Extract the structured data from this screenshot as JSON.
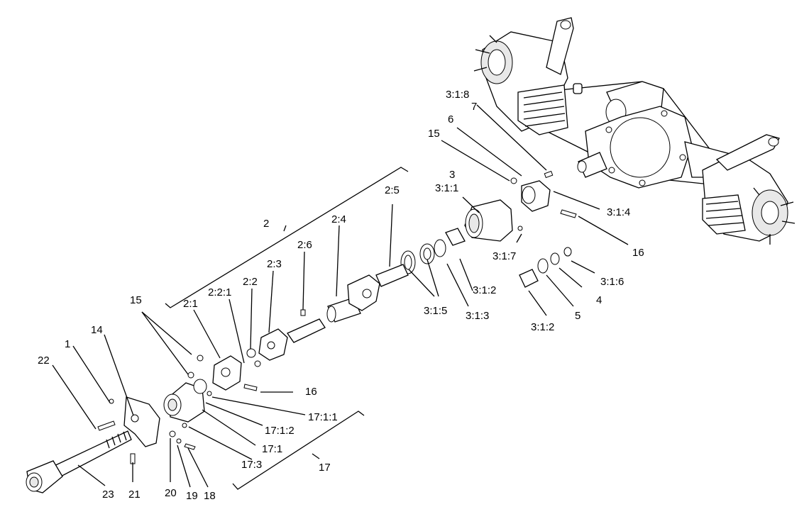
{
  "diagram": {
    "callouts": {
      "c_3_1_8": "3:1:8",
      "c_7": "7",
      "c_6": "6",
      "c_15_top": "15",
      "c_3": "3",
      "c_3_1_1": "3:1:1",
      "c_3_1_4": "3:1:4",
      "c_16_right": "16",
      "c_3_1_7": "3:1:7",
      "c_3_1_6": "3:1:6",
      "c_4": "4",
      "c_5": "5",
      "c_3_1_2_right": "3:1:2",
      "c_2_5": "2:5",
      "c_2_4": "2:4",
      "c_2": "2",
      "c_2_6": "2:6",
      "c_2_3": "2:3",
      "c_2_2": "2:2",
      "c_2_2_1": "2:2:1",
      "c_2_1": "2:1",
      "c_3_1_2_mid": "3:1:2",
      "c_3_1_3": "3:1:3",
      "c_3_1_5": "3:1:5",
      "c_15_left": "15",
      "c_14": "14",
      "c_1": "1",
      "c_22": "22",
      "c_16_left": "16",
      "c_17_1_1": "17:1:1",
      "c_17_1_2": "17:1:2",
      "c_17_1": "17:1",
      "c_17_3": "17:3",
      "c_17": "17",
      "c_23": "23",
      "c_21": "21",
      "c_20": "20",
      "c_19": "19",
      "c_18": "18"
    }
  }
}
